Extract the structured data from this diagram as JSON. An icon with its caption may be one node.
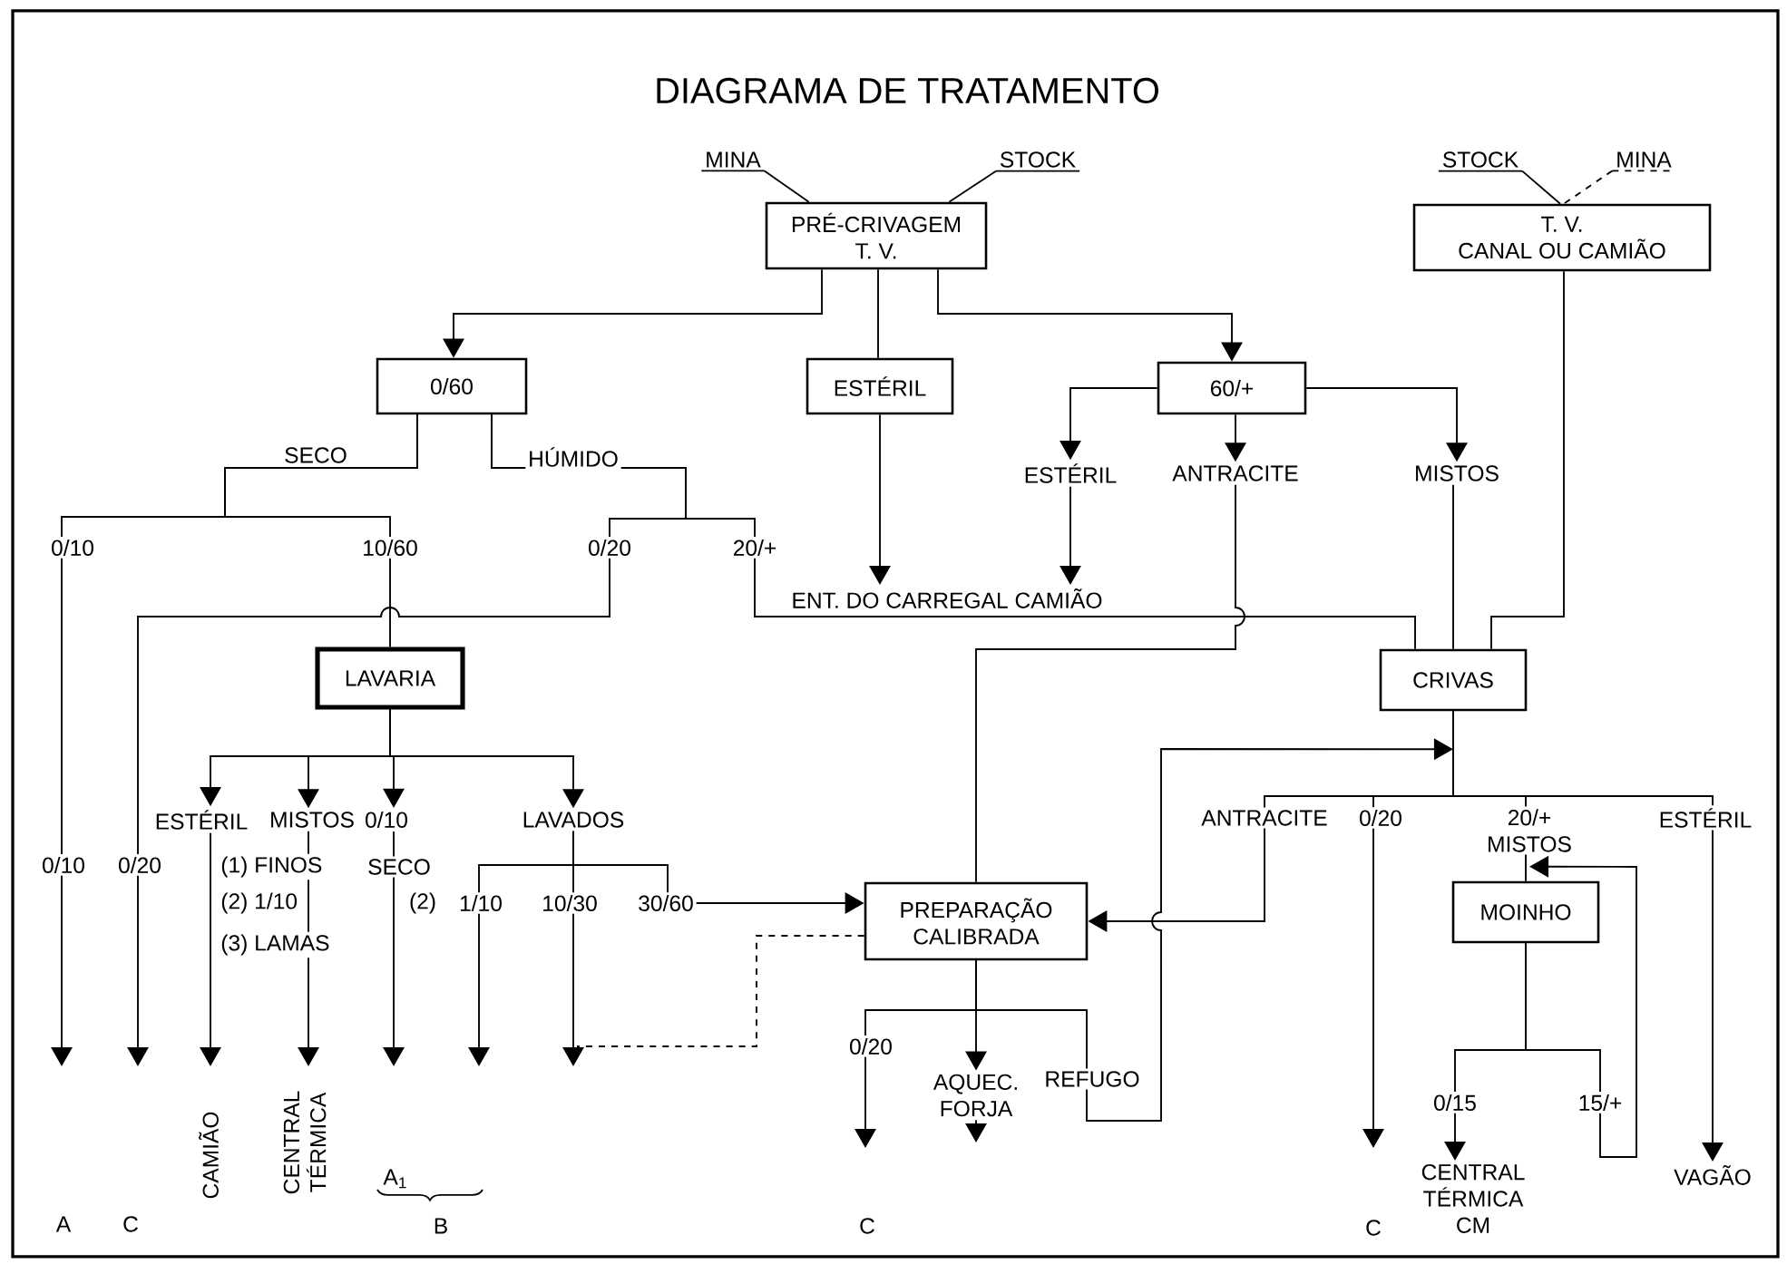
{
  "diagram": {
    "title": "DIAGRAMA DE TRATAMENTO",
    "nodes": [
      {
        "text": [
          "MINA"
        ]
      },
      {
        "text": [
          "STOCK"
        ]
      },
      {
        "text": [
          "PRÉ-CRIVAGEM",
          "T. V."
        ]
      },
      {
        "text": [
          "STOCK"
        ]
      },
      {
        "text": [
          "MINA"
        ]
      },
      {
        "text": [
          "T. V.",
          "CANAL OU CAMIÃO"
        ]
      },
      {
        "text": [
          "0/60"
        ]
      },
      {
        "text": [
          "ESTÉRIL"
        ]
      },
      {
        "text": [
          "60/+"
        ]
      },
      {
        "text": [
          "ESTÉRIL"
        ]
      },
      {
        "text": [
          "ANTRACITE"
        ]
      },
      {
        "text": [
          "MISTOS"
        ]
      },
      {
        "text": [
          "ENT. DO CARREGAL CAMIÃO"
        ]
      },
      {
        "text": [
          "LAVARIA"
        ]
      },
      {
        "text": [
          "CRIVAS"
        ]
      },
      {
        "text": [
          "PREPARAÇÃO CALIBRADA"
        ]
      },
      {
        "text": [
          "MOINHO"
        ]
      },
      {
        "text": [
          "ESTÉRIL"
        ]
      },
      {
        "text": [
          "MISTOS"
        ]
      },
      {
        "text": [
          "0/10"
        ]
      },
      {
        "text": [
          "LAVADOS"
        ]
      },
      {
        "text": [
          "AQUEC. FORJA"
        ]
      },
      {
        "text": [
          "CENTRAL TÉRMICA CM"
        ]
      },
      {
        "text": [
          "VAGÃO"
        ]
      }
    ],
    "edges": [
      {
        "from": 0,
        "to": 2,
        "arrow": "none"
      },
      {
        "from": 1,
        "to": 2,
        "arrow": "none"
      },
      {
        "from": 3,
        "to": 5,
        "arrow": "none"
      },
      {
        "from": 4,
        "to": 5,
        "arrow": "none",
        "style": "dashed"
      },
      {
        "from": 2,
        "to": 6,
        "arrow": "to"
      },
      {
        "from": 2,
        "to": 7,
        "arrow": "none"
      },
      {
        "from": 2,
        "to": 8,
        "arrow": "to"
      },
      {
        "from": 8,
        "to": 9,
        "arrow": "to"
      },
      {
        "from": 8,
        "to": 10,
        "arrow": "to"
      },
      {
        "from": 8,
        "to": 11,
        "arrow": "to"
      },
      {
        "from": 7,
        "to": 12,
        "arrow": "to"
      },
      {
        "from": 9,
        "to": 12,
        "arrow": "to"
      },
      {
        "from": 6,
        "to": null,
        "arrow": "to",
        "label": "0/10"
      },
      {
        "from": 6,
        "to": 13,
        "arrow": "none",
        "label": "10/60"
      },
      {
        "from": 6,
        "to": null,
        "arrow": "to",
        "label": "0/20"
      },
      {
        "from": 6,
        "to": 14,
        "arrow": "none",
        "label": "20/+"
      },
      {
        "from": 10,
        "to": 15,
        "arrow": "none"
      },
      {
        "from": 11,
        "to": 14,
        "arrow": "none"
      },
      {
        "from": 5,
        "to": 14,
        "arrow": "none"
      },
      {
        "from": 13,
        "to": 17,
        "arrow": "to"
      },
      {
        "from": 13,
        "to": 18,
        "arrow": "to"
      },
      {
        "from": 13,
        "to": 19,
        "arrow": "to"
      },
      {
        "from": 13,
        "to": 20,
        "arrow": "to"
      },
      {
        "from": 17,
        "to": null,
        "arrow": "to"
      },
      {
        "from": 18,
        "to": null,
        "arrow": "to"
      },
      {
        "from": 19,
        "to": null,
        "arrow": "to"
      },
      {
        "from": 20,
        "to": null,
        "arrow": "to",
        "label": "1/10"
      },
      {
        "from": 20,
        "to": null,
        "arrow": "to",
        "label": "10/30"
      },
      {
        "from": 20,
        "to": 15,
        "arrow": "to",
        "label": "30/60"
      },
      {
        "from": 15,
        "to": null,
        "arrow": "none",
        "style": "dashed"
      },
      {
        "from": 14,
        "to": 15,
        "arrow": "to",
        "label": "ANTRACITE"
      },
      {
        "from": 14,
        "to": null,
        "arrow": "to",
        "label": "0/20"
      },
      {
        "from": 14,
        "to": 16,
        "arrow": "none",
        "label": "20/+ MISTOS"
      },
      {
        "from": 14,
        "to": 23,
        "arrow": "to",
        "label": "ESTÉRIL"
      },
      {
        "from": 15,
        "to": 21,
        "arrow": "to"
      },
      {
        "from": 15,
        "to": null,
        "arrow": "to",
        "label": "0/20"
      },
      {
        "from": 15,
        "to": 14,
        "arrow": "to",
        "label": "REFUGO"
      },
      {
        "from": 21,
        "to": null,
        "arrow": "to"
      },
      {
        "from": 16,
        "to": 22,
        "arrow": "to",
        "label": "0/15"
      },
      {
        "from": 16,
        "to": 16,
        "arrow": "to",
        "label": "15/+"
      }
    ],
    "labels": [
      "SECO",
      "HÚMIDO",
      "0/10",
      "0/20",
      "(1) FINOS",
      "(2) 1/10",
      "(3) LAMAS",
      "SECO",
      "(2)",
      "A",
      "C",
      "CAMIÃO",
      "CENTRAL TÉRMICA",
      "A$_{1}$",
      "B",
      "C",
      "C"
    ]
  }
}
